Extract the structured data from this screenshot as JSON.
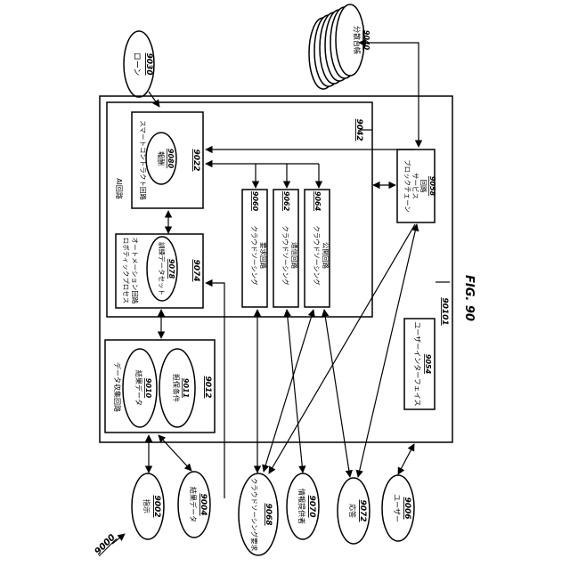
{
  "figure": {
    "ref": "9000",
    "system_ref": "90101",
    "fig_label": "FIG. 90"
  },
  "external": {
    "loan": {
      "label": "ローン",
      "ref": "9030"
    },
    "ledger": {
      "label": "分散台帳",
      "ref": "9040"
    },
    "instruction": {
      "label": "指示",
      "ref": "9002"
    },
    "result_data": {
      "label": "結果データ",
      "ref": "9004"
    },
    "crowd_request": {
      "label": "クラウドソーシング要求",
      "ref": "9068"
    },
    "info_provider": {
      "label": "情報提供者",
      "ref": "9070"
    },
    "response": {
      "label": "応答",
      "ref": "9072"
    },
    "user": {
      "label": "ユーザー",
      "ref": "9006"
    }
  },
  "ai": {
    "label": "AI回路",
    "ref": "9042",
    "smart_contract": {
      "label": "スマートコントラクト回路",
      "ref": "9022"
    },
    "reward": {
      "label": "報酬",
      "ref": "9080"
    },
    "rpa": {
      "label_1": "ロボティックプロセス",
      "label_2": "オートメーション回路",
      "ref": "9074"
    },
    "training_set": {
      "label": "訓練データセット",
      "ref": "9078"
    },
    "crowd1": {
      "label_1": "クラウドソーシング",
      "label_2": "要求回路",
      "ref": "9060"
    },
    "crowd2": {
      "label_1": "クラウドソーシング",
      "label_2": "通信回路",
      "ref": "9062"
    },
    "crowd3": {
      "label_1": "クラウドソーシング",
      "label_2": "公開回路",
      "ref": "9064"
    }
  },
  "data_collection": {
    "label": "データ収集回路",
    "ref": "9012",
    "result_data": {
      "label": "結果データ",
      "ref": "9010"
    },
    "condition": {
      "label": "担保条件",
      "ref": "9011"
    }
  },
  "blockchain": {
    "label_1": "ブロックチェーン",
    "label_2": "サービス",
    "label_3": "回路",
    "ref": "9058"
  },
  "ui": {
    "label": "ユーザーインターフェイス",
    "ref": "9054"
  }
}
